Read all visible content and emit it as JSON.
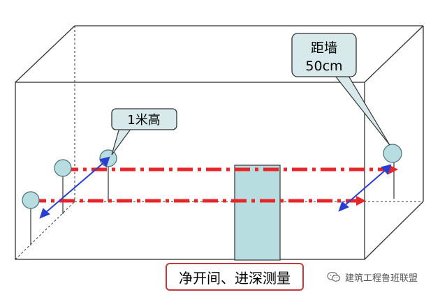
{
  "callouts": {
    "height_label": "1米高",
    "distance_label_line1": "距墙",
    "distance_label_line2": "50cm"
  },
  "caption": "净开间、进深测量",
  "watermark": {
    "text": "建筑工程鲁班联盟",
    "icon": "wechat-icon"
  },
  "colors": {
    "measure_line": "#e8262a",
    "arrow": "#2a3fd0",
    "marker_fill": "#b7dde0",
    "callout_fill": "#d7e9ea",
    "door_fill": "#b7dde0",
    "caption_border": "#c5393b"
  }
}
